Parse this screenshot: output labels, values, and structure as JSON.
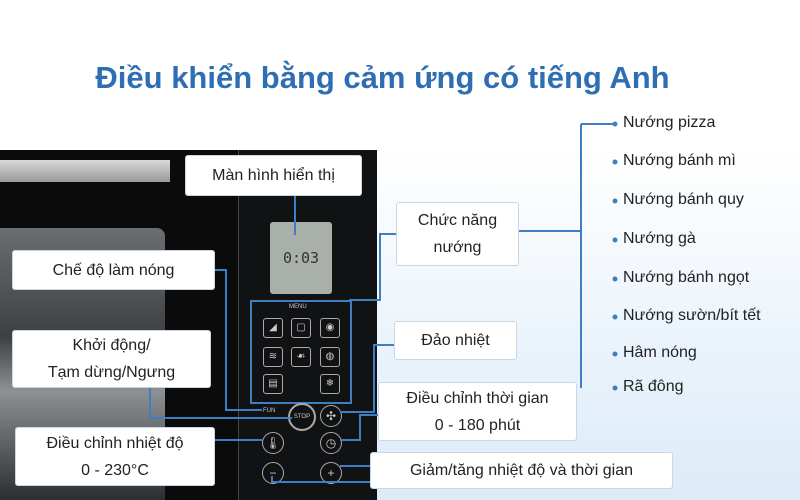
{
  "title": "Điều khiển bằng cảm ứng có tiếng Anh",
  "display_time": "0:03",
  "panel": {
    "menu_label": "MENU",
    "fun_label": "FUN",
    "stop_label": "STOP"
  },
  "labels": {
    "display": "Màn hình hiển thị",
    "heating_mode": "Chế độ làm nóng",
    "start_line1": "Khởi động/",
    "start_line2": "Tạm dừng/Ngưng",
    "temp_line1": "Điều chỉnh nhiệt độ",
    "temp_line2": "0 - 230°C",
    "function_line1": "Chức năng",
    "function_line2": "nướng",
    "convection": "Đảo nhiệt",
    "time_line1": "Điều chỉnh thời gian",
    "time_line2": "0 - 180 phút",
    "plus_minus": "Giảm/tăng nhiệt độ và thời gian"
  },
  "functions": [
    "Nướng pizza",
    "Nướng bánh mì",
    "Nướng bánh quy",
    "Nướng gà",
    "Nướng bánh ngọt",
    "Nướng sườn/bít tết",
    "Hâm nóng",
    "Rã đông"
  ],
  "colors": {
    "title": "#2e6fb3",
    "line": "#3e7fc4"
  }
}
